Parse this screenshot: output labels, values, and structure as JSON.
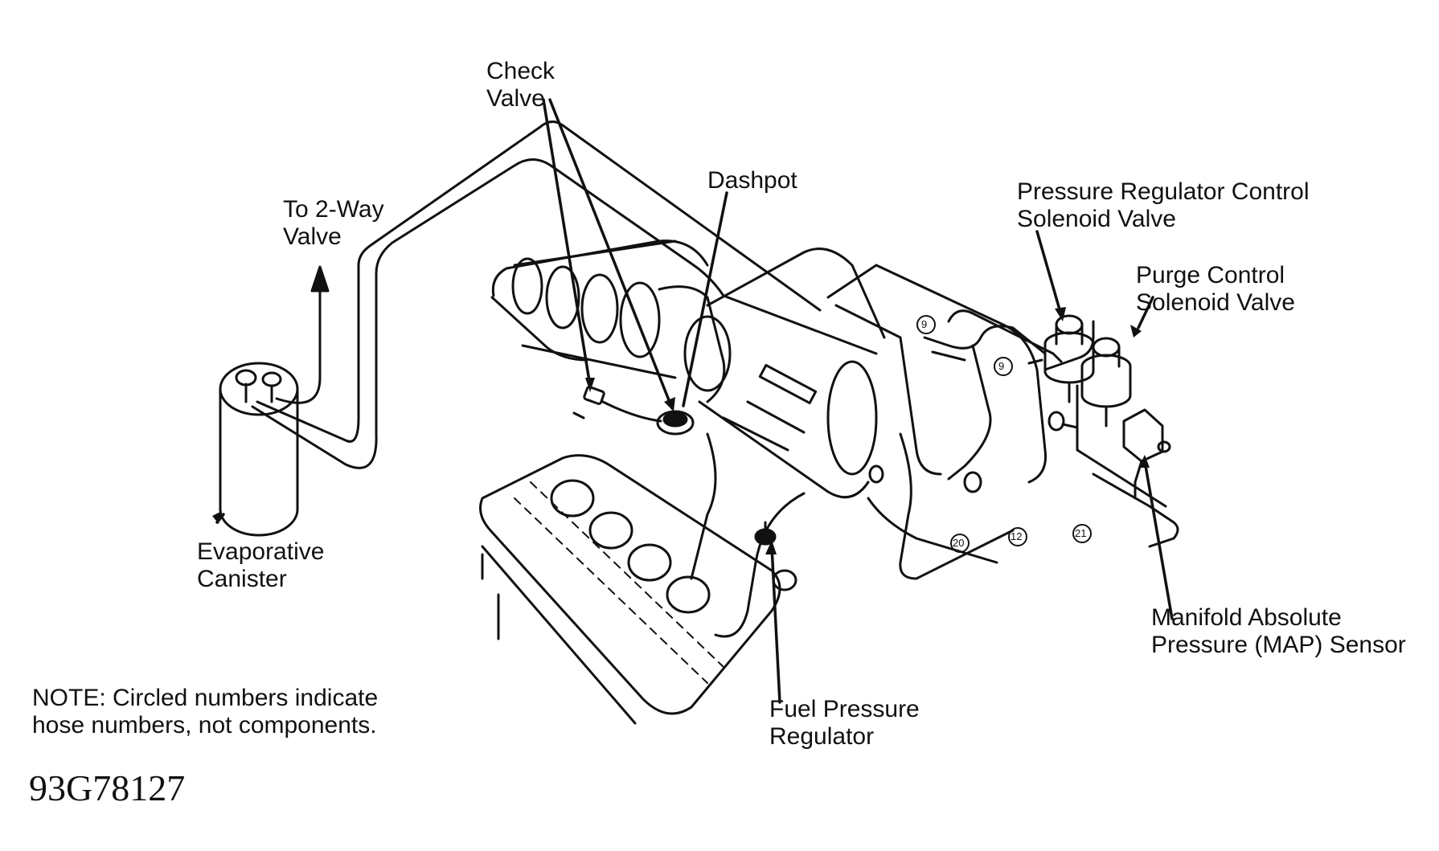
{
  "labels": {
    "check_valve": [
      "Check",
      "Valve"
    ],
    "dashpot": "Dashpot",
    "to_2way_valve": [
      "To 2-Way",
      "Valve"
    ],
    "pressure_regulator_solenoid": [
      "Pressure Regulator Control",
      "Solenoid Valve"
    ],
    "purge_control_solenoid": [
      "Purge Control",
      "Solenoid Valve"
    ],
    "evaporative_canister": [
      "Evaporative",
      "Canister"
    ],
    "map_sensor": [
      "Manifold Absolute",
      "Pressure (MAP) Sensor"
    ],
    "fuel_pressure_regulator": [
      "Fuel Pressure",
      "Regulator"
    ]
  },
  "note": [
    "NOTE: Circled numbers indicate",
    "hose numbers, not components."
  ],
  "figure_code": "93G78127",
  "hose_numbers": [
    "9",
    "9",
    "20",
    "12",
    "21"
  ],
  "colors": {
    "ink": "#111111",
    "paper": "#ffffff"
  }
}
